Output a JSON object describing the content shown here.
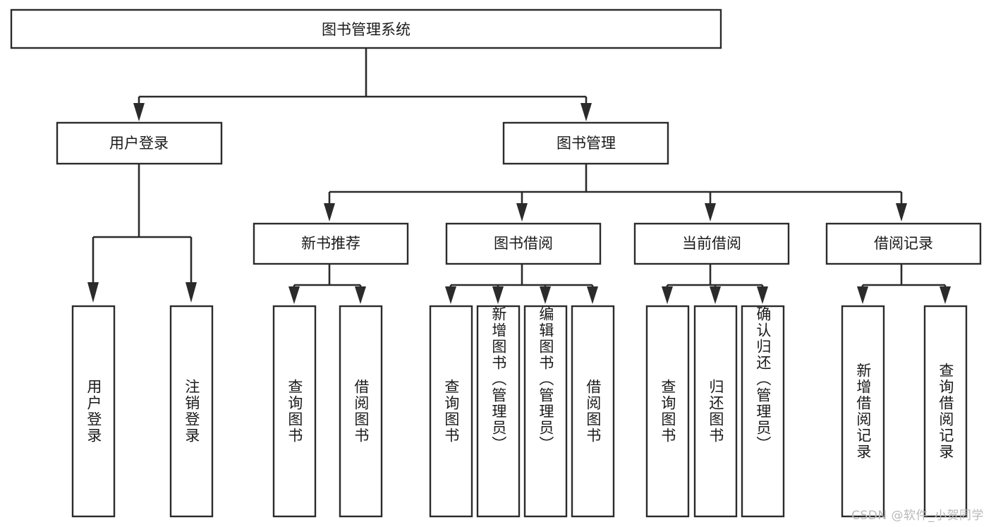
{
  "diagram": {
    "type": "tree",
    "title": "图书管理系统",
    "orientation": "top-down",
    "colors": {
      "box_stroke": "#2b2b2b",
      "box_fill": "#ffffff",
      "line": "#2b2b2b",
      "text": "#1a1a1a",
      "watermark": "#b9b9b9",
      "background": "#ffffff"
    },
    "root": {
      "label": "图书管理系统"
    },
    "level1": [
      {
        "label": "用户登录"
      },
      {
        "label": "图书管理"
      }
    ],
    "level2": [
      {
        "label": "新书推荐"
      },
      {
        "label": "图书借阅"
      },
      {
        "label": "当前借阅"
      },
      {
        "label": "借阅记录"
      }
    ],
    "leaves": {
      "user_login": [
        {
          "label": "用户登录"
        },
        {
          "label": "注销登录"
        }
      ],
      "new_book": [
        {
          "label": "查询图书"
        },
        {
          "label": "借阅图书"
        }
      ],
      "book_borrow": [
        {
          "label": "查询图书"
        },
        {
          "label": "新增图书（管理员）"
        },
        {
          "label": "编辑图书（管理员）"
        },
        {
          "label": "借阅图书"
        }
      ],
      "current_borrow": [
        {
          "label": "查询图书"
        },
        {
          "label": "归还图书"
        },
        {
          "label": "确认归还（管理员）"
        }
      ],
      "borrow_record": [
        {
          "label": "新增借阅记录"
        },
        {
          "label": "查询借阅记录"
        }
      ]
    }
  },
  "watermark": {
    "text": "CSDN @软件_小贺同学"
  }
}
